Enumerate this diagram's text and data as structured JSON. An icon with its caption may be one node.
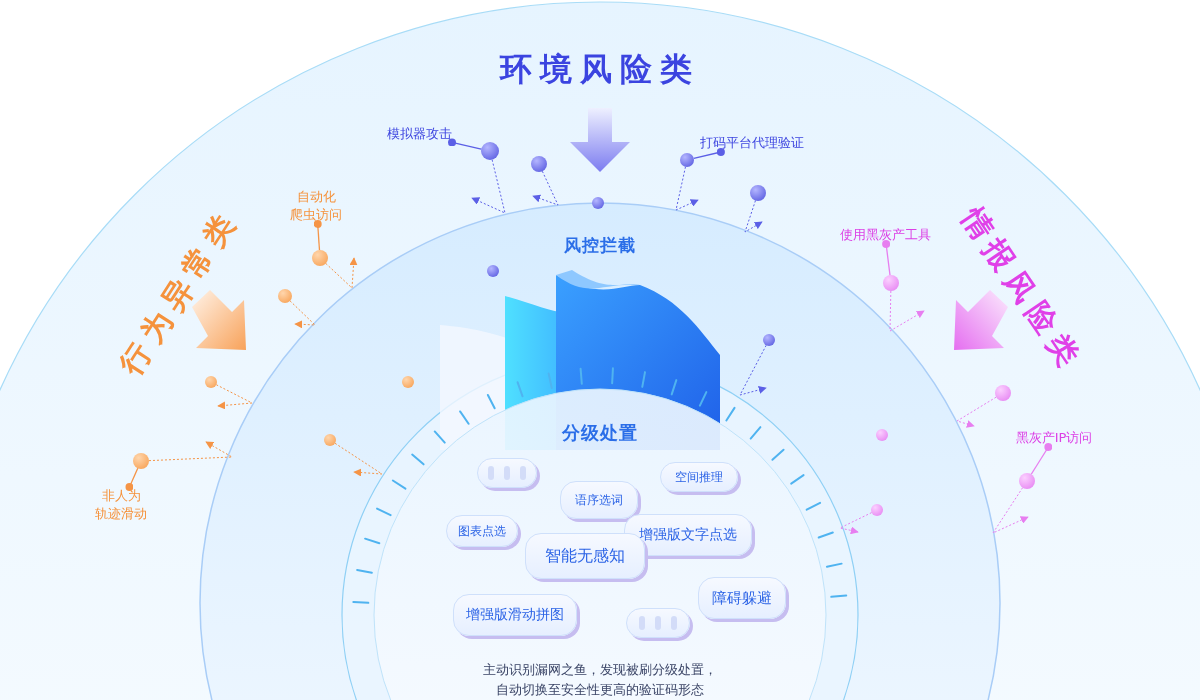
{
  "diagram": {
    "nodes": [
      {
        "text": [
          "模拟器攻击"
        ]
      },
      {
        "text": [],
        "shape": "circle"
      },
      {
        "text": [
          "打码平台代理验证"
        ]
      },
      {
        "text": [],
        "shape": "circle"
      },
      {
        "text": [
          "自动化爬虫访问"
        ]
      },
      {
        "text": [],
        "shape": "circle"
      },
      {
        "text": [
          "非人为轨迹滑动"
        ]
      },
      {
        "text": [],
        "shape": "circle"
      },
      {
        "text": [
          "使用黑灰产工具"
        ]
      },
      {
        "text": [],
        "shape": "circle"
      },
      {
        "text": [
          "黑灰产IP访问"
        ]
      },
      {
        "text": [],
        "shape": "circle"
      },
      {
        "text": [],
        "shape": "box"
      },
      {
        "text": [
          "空间推理"
        ]
      },
      {
        "text": [
          "语序选词"
        ]
      },
      {
        "text": [
          "图表点选"
        ]
      },
      {
        "text": [
          "增强版文字点选"
        ]
      },
      {
        "text": [
          "智能无感知"
        ]
      },
      {
        "text": [
          "障碍躲避"
        ]
      },
      {
        "text": [
          "增强版滑动拼图"
        ]
      },
      {
        "text": [],
        "shape": "box"
      },
      {
        "text": [],
        "shape": "circle"
      },
      {
        "text": [],
        "shape": "circle"
      },
      {
        "text": [],
        "shape": "circle"
      },
      {
        "text": [],
        "shape": "circle"
      },
      {
        "text": [],
        "shape": "circle"
      },
      {
        "text": [],
        "shape": "circle"
      },
      {
        "text": [],
        "shape": "circle"
      },
      {
        "text": [],
        "shape": "circle"
      },
      {
        "text": [],
        "shape": "circle"
      },
      {
        "text": [],
        "shape": "circle"
      },
      {
        "text": [],
        "shape": "circle"
      },
      {
        "text": [],
        "shape": "circle"
      }
    ],
    "edges": [
      {
        "from": 0,
        "to": 1,
        "arrow": "other",
        "color": "#5b5fe6"
      },
      {
        "from": 2,
        "to": 3,
        "arrow": "other",
        "color": "#5b5fe6"
      },
      {
        "from": 4,
        "to": 5,
        "arrow": "other",
        "color": "#f59446"
      },
      {
        "from": 6,
        "to": 7,
        "arrow": "other",
        "color": "#f59446"
      },
      {
        "from": 8,
        "to": 9,
        "arrow": "other",
        "color": "#e77ef0"
      },
      {
        "from": 10,
        "to": 11,
        "arrow": "other",
        "color": "#e77ef0"
      },
      {
        "from": 1,
        "to": null,
        "arrow": "to",
        "style": "dashed",
        "color": "#5b5fe6"
      },
      {
        "from": 21,
        "to": null,
        "arrow": "to",
        "style": "dashed",
        "color": "#5b5fe6"
      },
      {
        "from": 3,
        "to": null,
        "arrow": "to",
        "style": "dashed",
        "color": "#5b5fe6"
      },
      {
        "from": 23,
        "to": null,
        "arrow": "to",
        "style": "dashed",
        "color": "#5b5fe6"
      },
      {
        "from": 5,
        "to": null,
        "arrow": "to",
        "style": "dashed",
        "color": "#f59446"
      },
      {
        "from": 25,
        "to": null,
        "arrow": "to",
        "style": "dashed",
        "color": "#f59446"
      },
      {
        "from": 27,
        "to": null,
        "arrow": "to",
        "style": "dashed",
        "color": "#f59446"
      },
      {
        "from": 7,
        "to": null,
        "arrow": "to",
        "style": "dashed",
        "color": "#f59446"
      },
      {
        "from": 31,
        "to": null,
        "arrow": "to",
        "style": "dashed",
        "color": "#f59446"
      },
      {
        "from": 26,
        "to": null,
        "arrow": "to",
        "style": "dashed",
        "color": "#5b5fe6"
      },
      {
        "from": 9,
        "to": null,
        "arrow": "to",
        "style": "dashed",
        "color": "#e77ef0"
      },
      {
        "from": 29,
        "to": null,
        "arrow": "to",
        "style": "dashed",
        "color": "#e77ef0"
      },
      {
        "from": 32,
        "to": null,
        "arrow": "to",
        "style": "dashed",
        "color": "#e77ef0"
      },
      {
        "from": 11,
        "to": null,
        "arrow": "to",
        "style": "dashed",
        "color": "#e77ef0"
      }
    ],
    "labels": [
      "环境风险类",
      "行为异常类",
      "情报风险类",
      "风控拦截",
      "分级处置",
      "主动识别漏网之鱼，发现被刷分级处置，自动切换至安全性更高的验证码形态"
    ]
  }
}
